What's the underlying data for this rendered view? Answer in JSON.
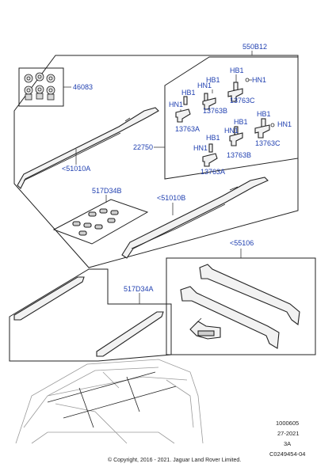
{
  "parts": {
    "group_550B12": "550B12",
    "clip_kit": "46083",
    "fixings": "22750",
    "rail_left": "<51010A",
    "rail_right": "<51010B",
    "insert_kit_b": "517D34B",
    "insert_kit_a": "517D34A",
    "cross_bars": "<55106",
    "hb1": "HB1",
    "hn1": "HN1",
    "bracket_a": "13763A",
    "bracket_b": "13763B",
    "bracket_c": "13763C"
  },
  "footer": {
    "ref_1": "1000605",
    "ref_2": "27-2021",
    "ref_3": "3A",
    "ref_4": "C0249454-04",
    "copyright": "© Copyright, 2016 - 2021. Jaguar Land Rover Limited."
  }
}
